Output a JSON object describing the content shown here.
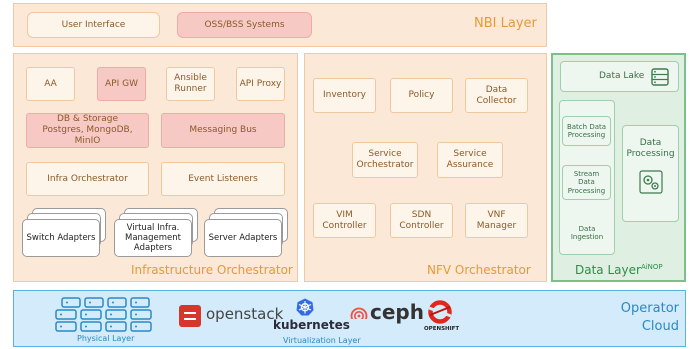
{
  "nbi": {
    "title": "NBI Layer",
    "boxes": [
      "User Interface",
      "OSS/BSS Systems"
    ]
  },
  "infra": {
    "title": "Infrastructure Orchestrator",
    "row1": [
      "AA",
      "API GW",
      "Ansible\nRunner",
      "API Proxy"
    ],
    "db": "DB & Storage\nPostgres, MongoDB,\nMinIO",
    "bus": "Messaging Bus",
    "orchestrator": "Infra Orchestrator",
    "listeners": "Event Listeners",
    "adapters": [
      "Switch Adapters",
      "Virtual Infra.\nManagement\nAdapters",
      "Server Adapters"
    ]
  },
  "nfv": {
    "title": "NFV Orchestrator",
    "row1": [
      "Inventory",
      "Policy",
      "Data Collector"
    ],
    "row2": [
      "Service\nOrchestrator",
      "Service\nAssurance"
    ],
    "row3": [
      "VIM Controller",
      "SDN Controller",
      "VNF Manager"
    ]
  },
  "datalayer": {
    "title": "Data Layer",
    "superscript": "AiNOP",
    "lake": "Data Lake",
    "batch": "Batch Data\nProcessing",
    "stream": "Stream\nData\nProcessing",
    "ingestion": "Data\nIngestion",
    "processing": "Data\nProcessing"
  },
  "operator": {
    "title_line1": "Operator",
    "title_line2": "Cloud",
    "physical_label": "Physical Layer",
    "virtualization_label": "Virtualization Layer",
    "logos": {
      "openstack": "openstack",
      "kubernetes": "kubernetes",
      "ceph": "ceph",
      "openshift": "OPENSHIFT"
    }
  },
  "colors": {
    "orange_panel": "#fce8d6",
    "pink_box": "#f7c9c4",
    "green_panel": "#dff0e2",
    "blue_panel": "#d3ebfa",
    "title_orange": "#e49a3b",
    "blue_text": "#2a8ac4"
  }
}
